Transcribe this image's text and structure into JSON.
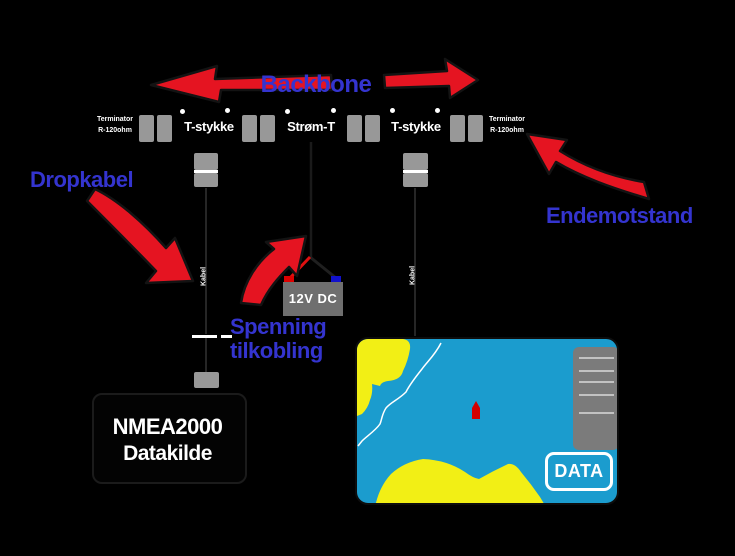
{
  "backbone": {
    "label": "Backbone",
    "left_terminator_line1": "Terminator",
    "left_terminator_line2": "R-120ohm",
    "right_terminator_line1": "Terminator",
    "right_terminator_line2": "R-120ohm",
    "tee1": "T-stykke",
    "tee2": "Strøm-T",
    "tee3": "T-stykke"
  },
  "annotations": {
    "dropkabel": "Dropkabel",
    "endemotstand": "Endemotstand",
    "spenning_line1": "Spenning",
    "spenning_line2": "tilkobling"
  },
  "cables": {
    "kabel_left": "Kabel",
    "kabel_right": "Kabel"
  },
  "power": {
    "battery_label": "12V DC"
  },
  "device": {
    "line1": "NMEA2000",
    "line2": "Datakilde"
  },
  "plotter": {
    "data_button": "DATA"
  },
  "colors": {
    "background": "#000000",
    "label_blue": "#3434cf",
    "arrow_red": "#e51421",
    "connector_gray": "#989898",
    "battery_gray": "#6f6f6f",
    "battery_plus": "#dd0000",
    "battery_minus": "#1111cc",
    "map_blue": "#1b9cce",
    "land_yellow": "#f2ef15",
    "panel_gray": "#7b7b7b",
    "boat_red": "#d40000"
  }
}
